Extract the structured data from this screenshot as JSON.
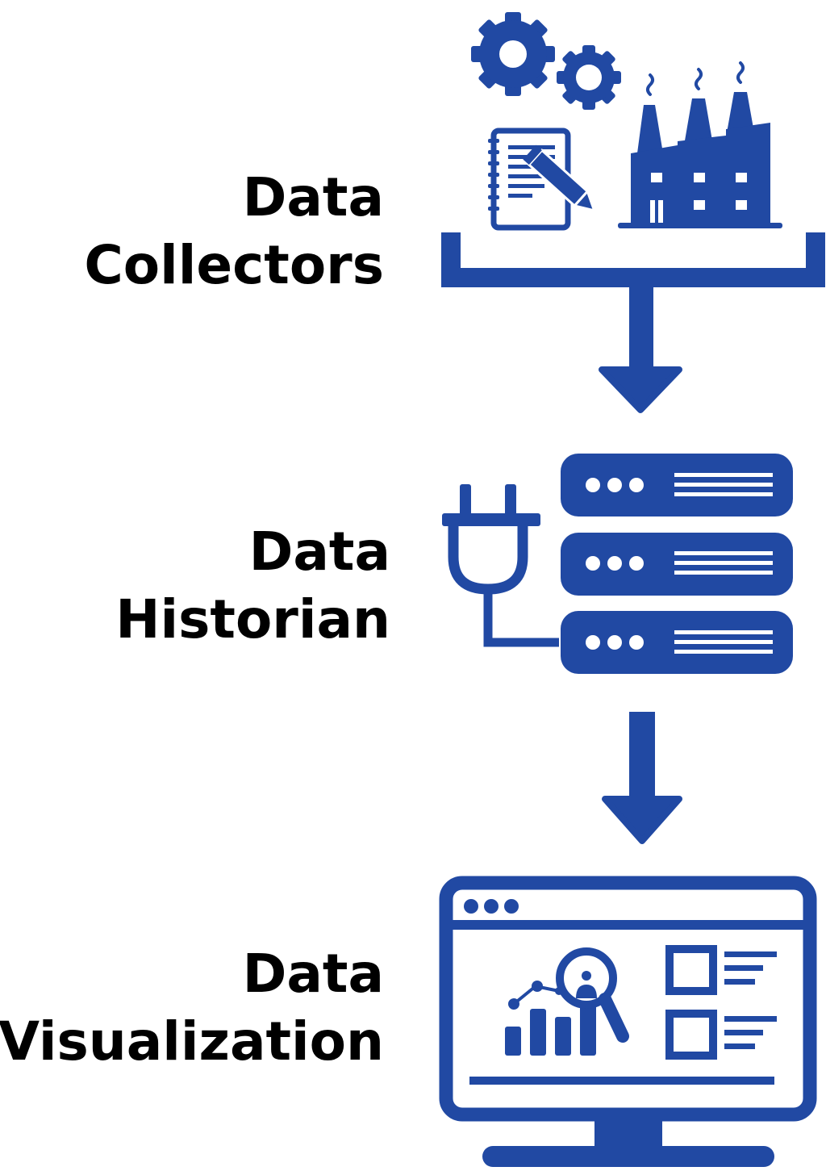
{
  "colors": {
    "accent": "#2149A3",
    "text": "#000000",
    "background": "#ffffff"
  },
  "stages": [
    {
      "line1": "Data",
      "line2": "Collectors",
      "icons": [
        "gear-icon",
        "notepad-icon",
        "pencil-icon",
        "factory-icon"
      ]
    },
    {
      "line1": "Data",
      "line2": "Historian",
      "icons": [
        "plug-icon",
        "server-icon"
      ]
    },
    {
      "line1": "Data",
      "line2": "Visualization",
      "icons": [
        "monitor-icon",
        "bar-chart-icon",
        "magnifier-icon",
        "checkbox-list-icon"
      ]
    }
  ]
}
